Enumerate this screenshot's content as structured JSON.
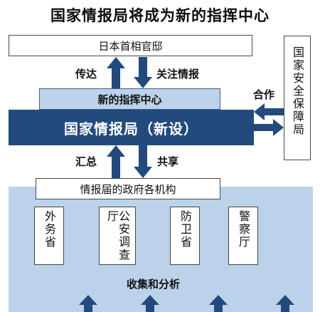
{
  "title": "国家情报局将成为新的指挥中心",
  "top_box": "日本首相官邸",
  "left_up_label": "传达",
  "right_down_label": "关注情报",
  "command_center": "新的指挥中心",
  "main_band": "国家情报局（新设）",
  "cooperation_label": "合作",
  "side_box": "国家安全保障局",
  "summary_label": "汇总",
  "share_label": "共享",
  "agencies_box": "情报届的政府各机构",
  "agencies": [
    {
      "text": "外务省"
    },
    {
      "text": "公安调查厅"
    },
    {
      "text": "防卫省"
    },
    {
      "text": "警察厅"
    }
  ],
  "collect_label": "收集和分析",
  "colors": {
    "navy": "#234a7c",
    "light_blue": "#bcd2ea"
  }
}
